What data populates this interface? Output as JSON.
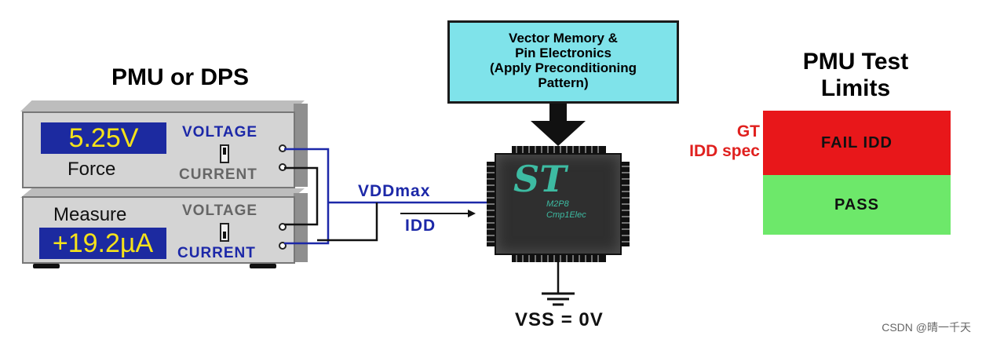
{
  "pmu": {
    "title": "PMU or DPS",
    "force": {
      "display_value": "5.25V",
      "label": "Force",
      "voltage_label": "VOLTAGE",
      "current_label": "CURRENT"
    },
    "measure": {
      "display_value": "+19.2µA",
      "label": "Measure",
      "voltage_label": "VOLTAGE",
      "current_label": "CURRENT"
    }
  },
  "signals": {
    "vdd_label": "VDDmax",
    "idd_label": "IDD"
  },
  "vector_memory": {
    "lines": [
      "Vector Memory &",
      "Pin Electronics",
      "(Apply Preconditioning",
      "Pattern)"
    ]
  },
  "chip": {
    "logo": "ST",
    "text_line1": "M2P8",
    "text_line2": "Cmp1Elec"
  },
  "vss_label": "VSS = 0V",
  "limits": {
    "title_line1": "PMU Test",
    "title_line2": "Limits",
    "gt_label": "GT",
    "idd_spec_label": "IDD spec",
    "fail_label": "FAIL IDD",
    "pass_label": "PASS"
  },
  "colors": {
    "lcd_background": "#1c2aa0",
    "lcd_text": "#f5e21a",
    "wire_blue": "#1c28a8",
    "vector_box": "#7fe3ea",
    "fail": "#e8171a",
    "pass": "#6de86a",
    "limit_text": "#e0201e"
  },
  "watermark": "CSDN @晴一千天"
}
